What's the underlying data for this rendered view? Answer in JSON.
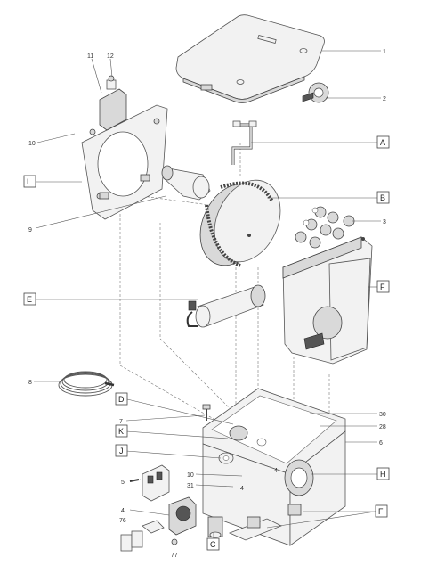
{
  "callouts": {
    "n1": "1",
    "n2": "2",
    "n3": "3",
    "n4": "4",
    "n5": "5",
    "n6": "6",
    "n7": "7",
    "n8": "8",
    "n9": "9",
    "n10a": "10",
    "n10b": "10",
    "n11": "11",
    "n12": "12",
    "n28": "28",
    "n30": "30",
    "n31": "31",
    "n76": "76",
    "n77": "77"
  },
  "letter_boxes": {
    "A": "A",
    "B": "B",
    "C": "C",
    "D": "D",
    "E": "E",
    "F1": "F",
    "F2": "F",
    "H": "H",
    "J": "J",
    "K": "K",
    "L": "L"
  },
  "inline_marks": {
    "m4a": "4",
    "m4b": "4"
  }
}
